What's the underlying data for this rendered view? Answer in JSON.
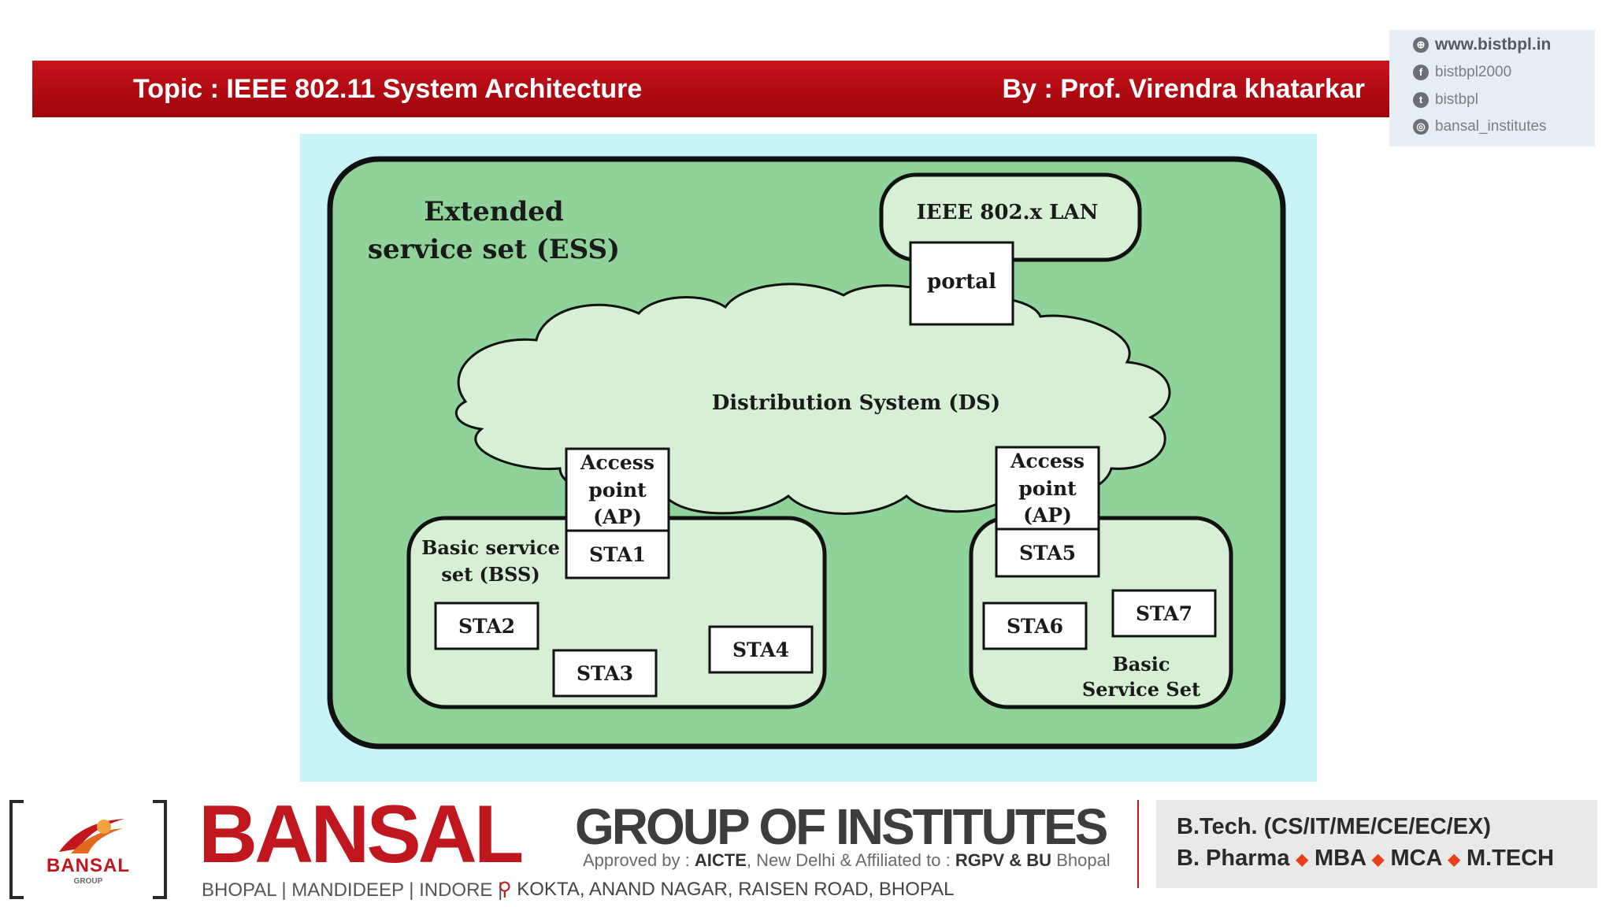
{
  "header": {
    "topic": "Topic : IEEE 802.11 System Architecture",
    "author": "By : Prof. Virendra khatarkar"
  },
  "social": [
    {
      "icon": "globe-icon",
      "label": "www.bistbpl.in"
    },
    {
      "icon": "facebook-icon",
      "label": "bistbpl2000"
    },
    {
      "icon": "twitter-icon",
      "label": "bistbpl"
    },
    {
      "icon": "instagram-icon",
      "label": "bansal_institutes"
    }
  ],
  "diagram": {
    "ess_line1": "Extended",
    "ess_line2": "service set (ESS)",
    "lan": "IEEE 802.x LAN",
    "portal": "portal",
    "ds": "Distribution System (DS)",
    "ap_left": [
      "Access",
      "point",
      "(AP)"
    ],
    "ap_right": [
      "Access",
      "point",
      "(AP)"
    ],
    "bss_left_line1": "Basic service",
    "bss_left_line2": "set (BSS)",
    "bss_right_line1": "Basic",
    "bss_right_line2": "Service Set",
    "stations": [
      "STA1",
      "STA2",
      "STA3",
      "STA4",
      "STA5",
      "STA6",
      "STA7"
    ],
    "colors": {
      "outer": "#8fd39b",
      "inner": "#d7efd5",
      "panel": "#c8f3f7"
    }
  },
  "footer": {
    "logo_word": "BANSAL",
    "logo_sub": "GROUP",
    "brand": "BANSAL",
    "group": "GROUP OF INSTITUTES",
    "approved_prefix": "Approved by : ",
    "approved_aicte": "AICTE",
    "approved_mid": ", New Delhi & Affiliated to : ",
    "approved_univ": "RGPV & BU",
    "approved_city": " Bhopal",
    "cities": "BHOPAL | MANDIDEEP | INDORE |",
    "address": "KOKTA, ANAND NAGAR, RAISEN ROAD, BHOPAL",
    "courses_line1": "B.Tech. (CS/IT/ME/CE/EC/EX)",
    "courses_line2": [
      "B. Pharma",
      "MBA",
      "MCA",
      "M.TECH"
    ],
    "accent": "#c0161e"
  }
}
